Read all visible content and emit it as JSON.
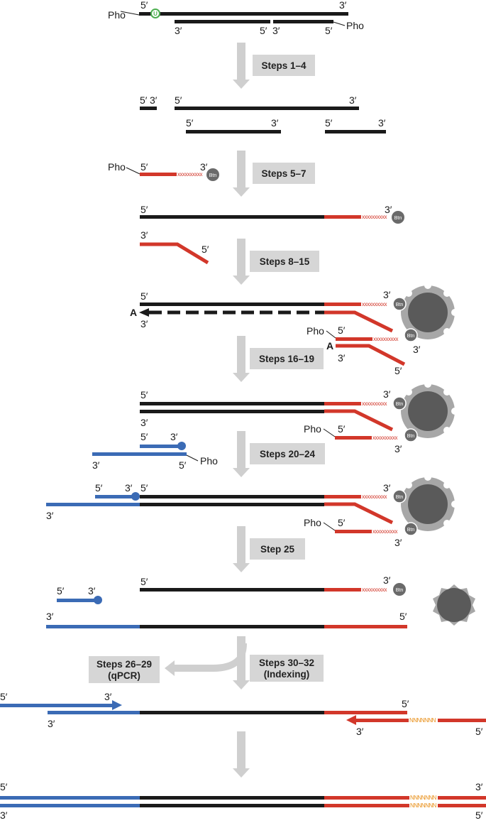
{
  "labels": {
    "five": "5′",
    "three": "3′",
    "pho": "Pho",
    "btn": "Btn",
    "uracil": "U",
    "adenine": "A",
    "linker": "xxxxxxxxxx",
    "index": "NNNNNNN"
  },
  "steps": {
    "s1": "Steps 1–4",
    "s2": "Steps 5–7",
    "s3": "Steps 8–15",
    "s4": "Steps 16–19",
    "s5": "Steps 20–24",
    "s6": "Step 25",
    "s7a": "Steps 26–29",
    "s7b": "(qPCR)",
    "s8a": "Steps 30–32",
    "s8b": "(Indexing)"
  },
  "colors": {
    "dna": "#1a1a1a",
    "adapter": "#d2372a",
    "blue_adapter": "#3b6bb5",
    "linker": "#d2372a",
    "index": "#e88d14",
    "bead": "#5a5a5a",
    "bead_ring": "#a7a7a7",
    "arrow": "#cfcfcf",
    "step_box": "#d6d6d6",
    "uracil": "#4caf50"
  }
}
